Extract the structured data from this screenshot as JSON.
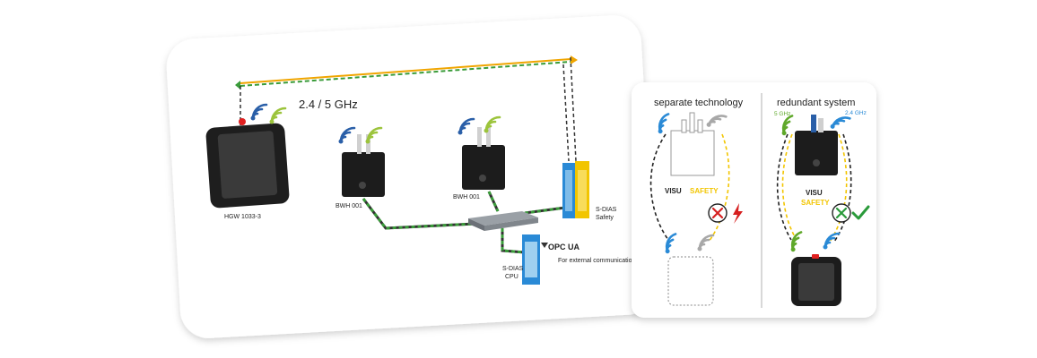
{
  "network": {
    "frequency_label": "2.4 / 5 GHz",
    "hgw_label": "HGW 1033-3",
    "bwh_left_label": "BWH 001",
    "bwh_right_label": "BWH 001",
    "sdias_safety_label_1": "S-DIAS",
    "sdias_safety_label_2": "Safety",
    "sdias_cpu_label_1": "S-DIAS",
    "sdias_cpu_label_2": "CPU",
    "opcua_label": "OPC UA",
    "external_label": "For external communication"
  },
  "comparison": {
    "separate": {
      "title": "separate technology",
      "visu_label": "VISU",
      "safety_label": "SAFETY"
    },
    "redundant": {
      "title": "redundant system",
      "freq_5": "5 GHz",
      "freq_24": "2.4 GHz",
      "visu_label": "VISU",
      "safety_label": "SAFETY"
    }
  },
  "colors": {
    "wifi_blue": "#2a5fa8",
    "wifi_green": "#9cc43c",
    "wifi_grey": "#a8a8a8",
    "link_orange": "#f0a500",
    "link_green": "#3a9c3a",
    "safety_yellow": "#f2c500",
    "error_red": "#d62020",
    "ok_green": "#2a9a3a",
    "freq_5_green": "#5fa82a",
    "freq_24_blue": "#2a8ad6"
  }
}
